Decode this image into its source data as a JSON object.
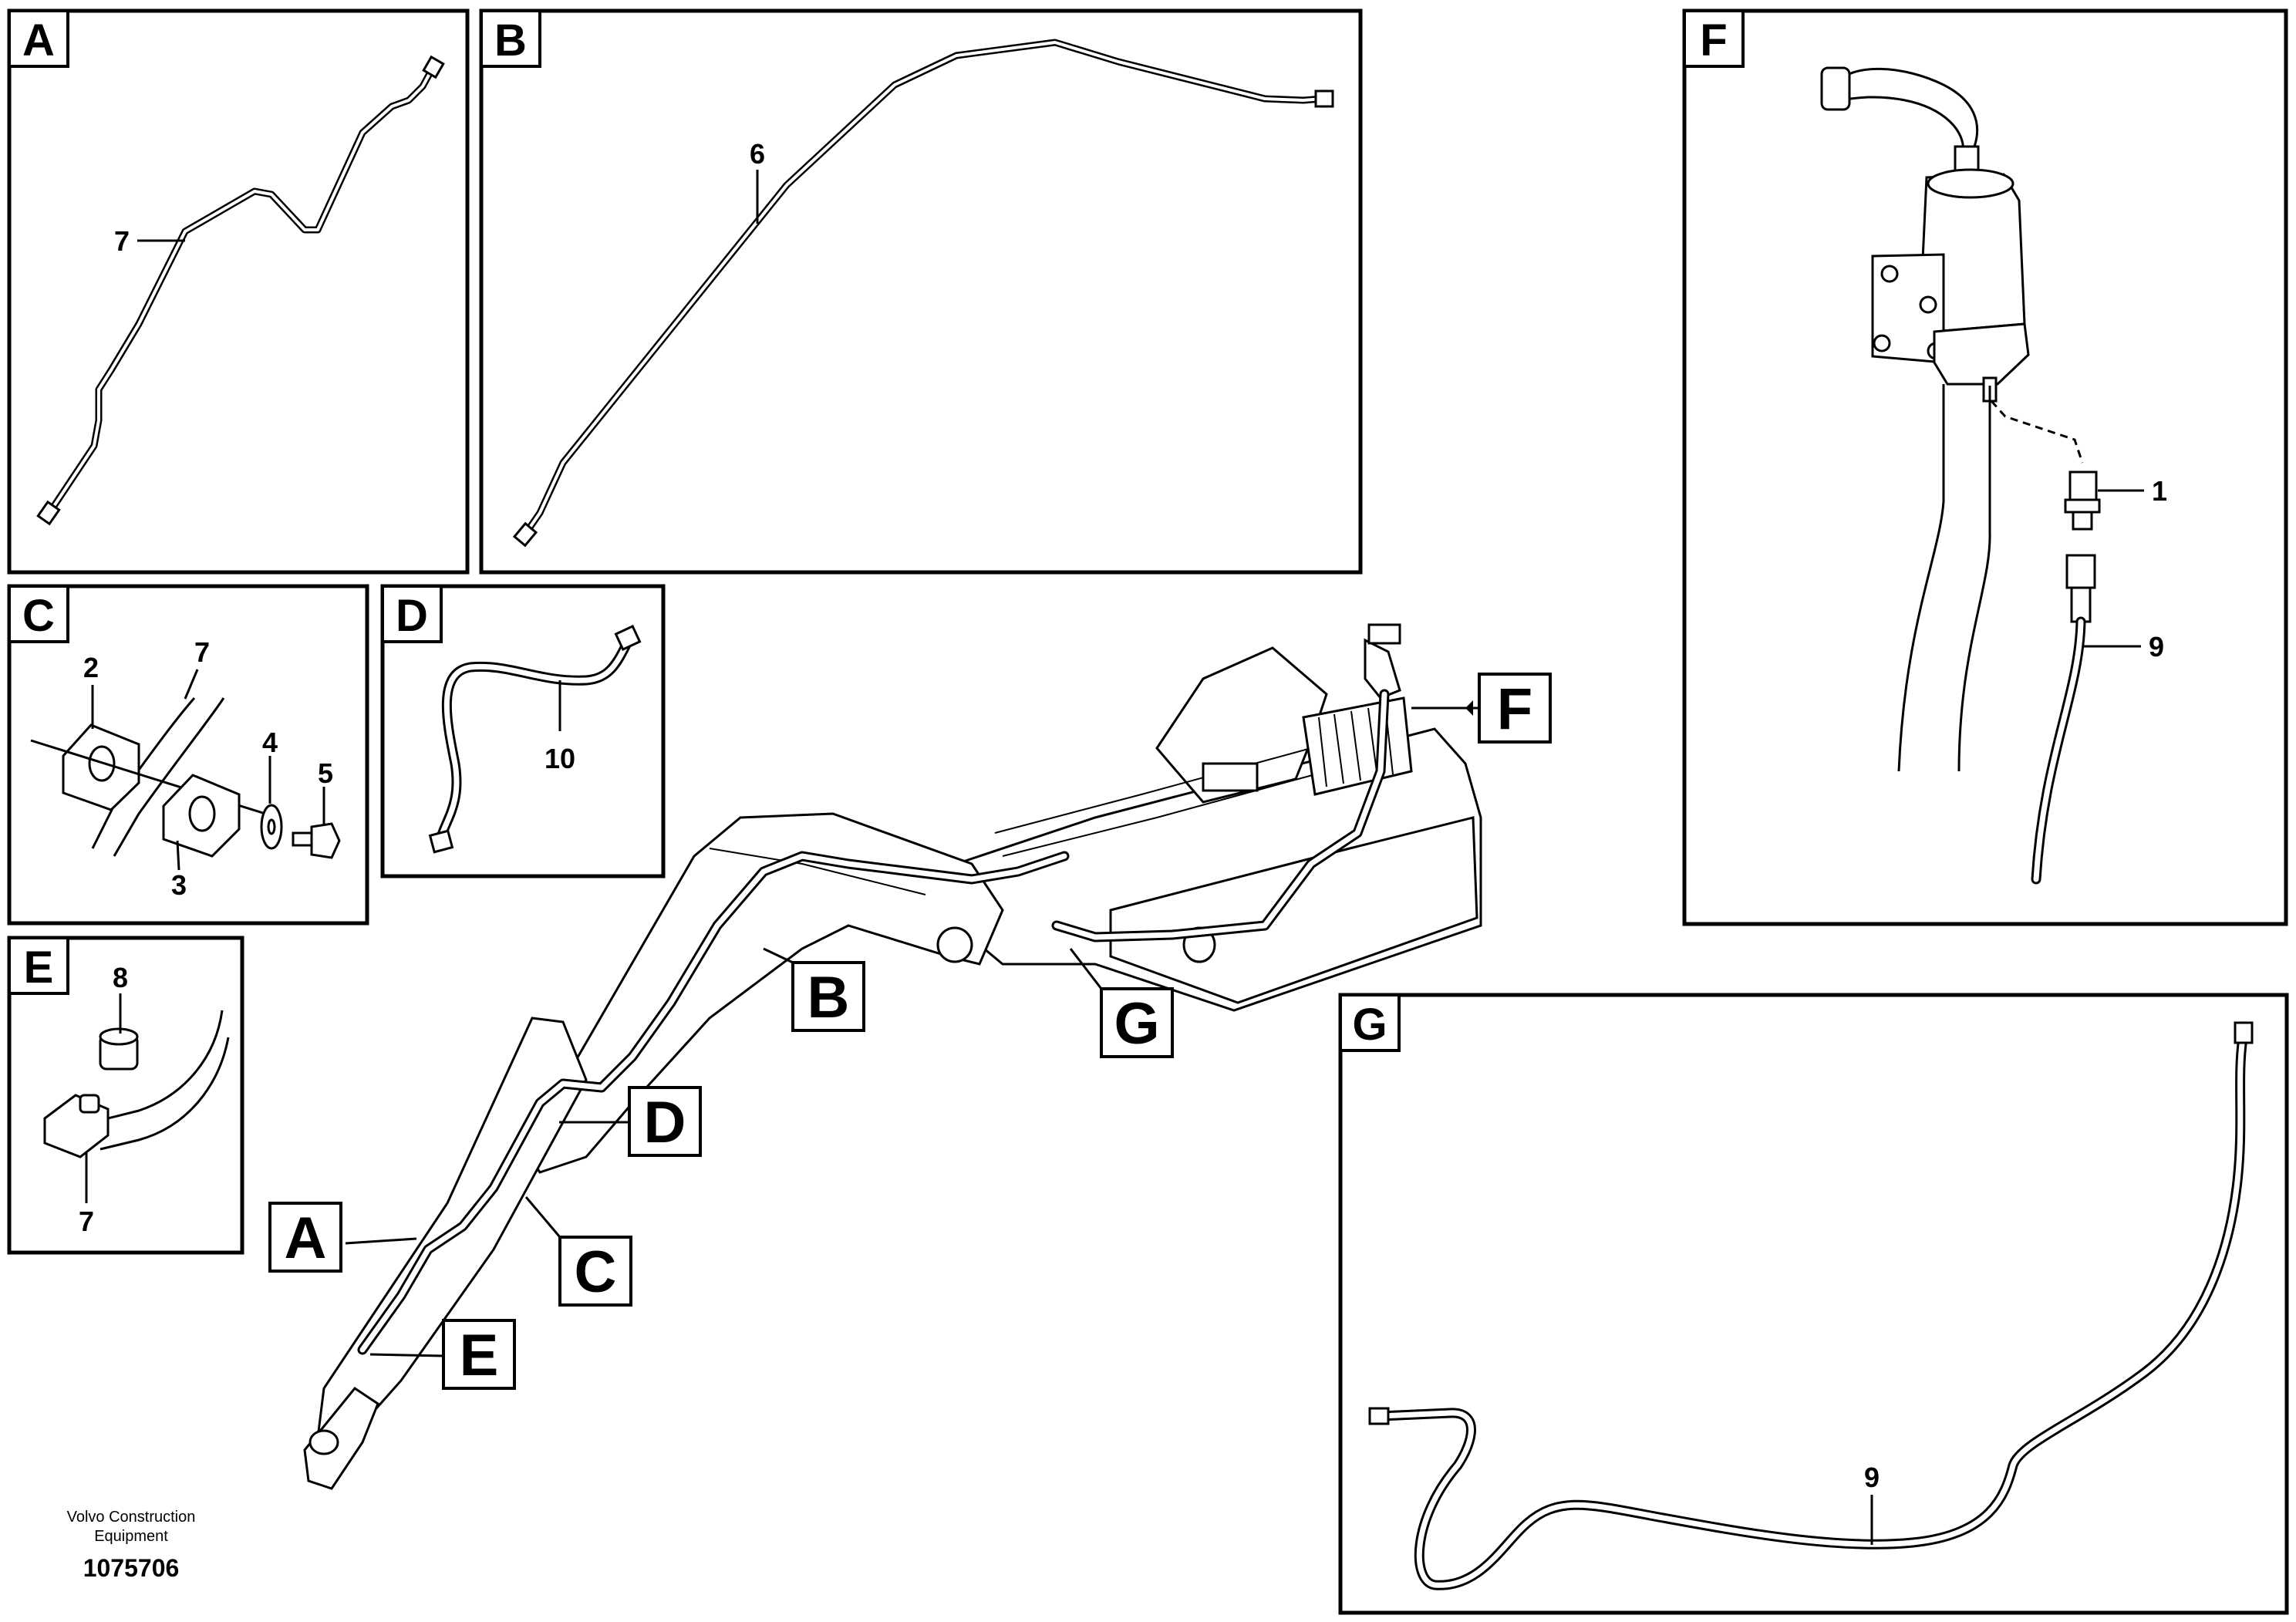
{
  "panels": {
    "A": {
      "letter": "A",
      "part": "7"
    },
    "B": {
      "letter": "B",
      "part": "6"
    },
    "C": {
      "letter": "C",
      "parts": [
        "2",
        "7",
        "4",
        "5",
        "3"
      ]
    },
    "D": {
      "letter": "D",
      "part": "10"
    },
    "E": {
      "letter": "E",
      "parts": [
        "8",
        "7"
      ]
    },
    "F": {
      "letter": "F",
      "parts": [
        "1",
        "9"
      ]
    },
    "G": {
      "letter": "G",
      "part": "9"
    }
  },
  "callouts": {
    "F": "F",
    "B": "B",
    "G": "G",
    "D": "D",
    "A": "A",
    "C": "C",
    "E": "E"
  },
  "footer": {
    "brand_line1": "Volvo Construction",
    "brand_line2": "Equipment",
    "drawing_number": "1075706"
  }
}
